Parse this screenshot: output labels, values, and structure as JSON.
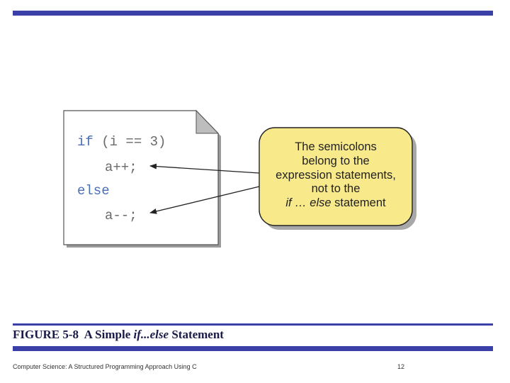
{
  "figure": {
    "code": {
      "line1_keyword": "if",
      "line1_rest": " (i == 3)",
      "line2": "a++;",
      "line3_keyword": "else",
      "line4": "a--;"
    },
    "callout": {
      "line1": "The semicolons",
      "line2": "belong to the",
      "line3": "expression statements,",
      "line4": "not to the",
      "line5_italic": "if … else",
      "line5_rest": " statement"
    }
  },
  "caption": {
    "prefix": "FIGURE 5-8  A Simple ",
    "italic": "if...else",
    "suffix": " Statement"
  },
  "footer": {
    "text": "Computer Science: A Structured Programming Approach Using C",
    "page_number": "12"
  },
  "colors": {
    "accent_bar": "#3b3fa8",
    "callout_fill": "#f8e98a",
    "code_keyword": "#4a6fb5",
    "code_text": "#6a6a6a"
  }
}
